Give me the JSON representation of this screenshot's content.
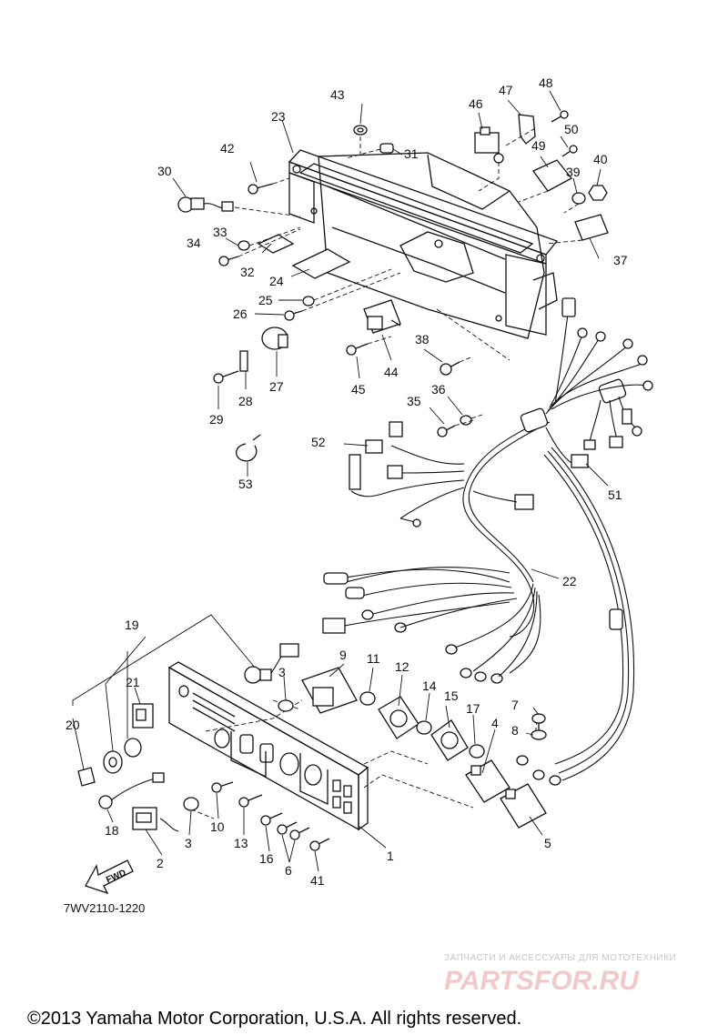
{
  "diagram_code": "7WV2110-1220",
  "fwd_label": "FWD",
  "copyright": "©2013 Yamaha Motor Corporation, U.S.A. All rights reserved.",
  "watermark": {
    "tagline": "ЗАПЧАСТИ И АКСЕССУАРЫ ДЛЯ МОТОТЕХНИКИ",
    "brand": "PARTSFOR.RU"
  },
  "callouts": {
    "n1": "1",
    "n2": "2",
    "n3a": "3",
    "n3b": "3",
    "n4": "4",
    "n5": "5",
    "n6": "6",
    "n7": "7",
    "n8": "8",
    "n9": "9",
    "n10": "10",
    "n11": "11",
    "n12": "12",
    "n13": "13",
    "n14": "14",
    "n15": "15",
    "n16": "16",
    "n17": "17",
    "n18": "18",
    "n19": "19",
    "n20": "20",
    "n21": "21",
    "n22": "22",
    "n23": "23",
    "n24": "24",
    "n25": "25",
    "n26": "26",
    "n27": "27",
    "n28": "28",
    "n29": "29",
    "n30": "30",
    "n31": "31",
    "n32": "32",
    "n33": "33",
    "n34": "34",
    "n35": "35",
    "n36": "36",
    "n37": "37",
    "n38": "38",
    "n39": "39",
    "n40": "40",
    "n41": "41",
    "n42": "42",
    "n43": "43",
    "n44": "44",
    "n45": "45",
    "n46": "46",
    "n47": "47",
    "n48": "48",
    "n49": "49",
    "n50": "50",
    "n51": "51",
    "n52": "52",
    "n53": "53"
  }
}
